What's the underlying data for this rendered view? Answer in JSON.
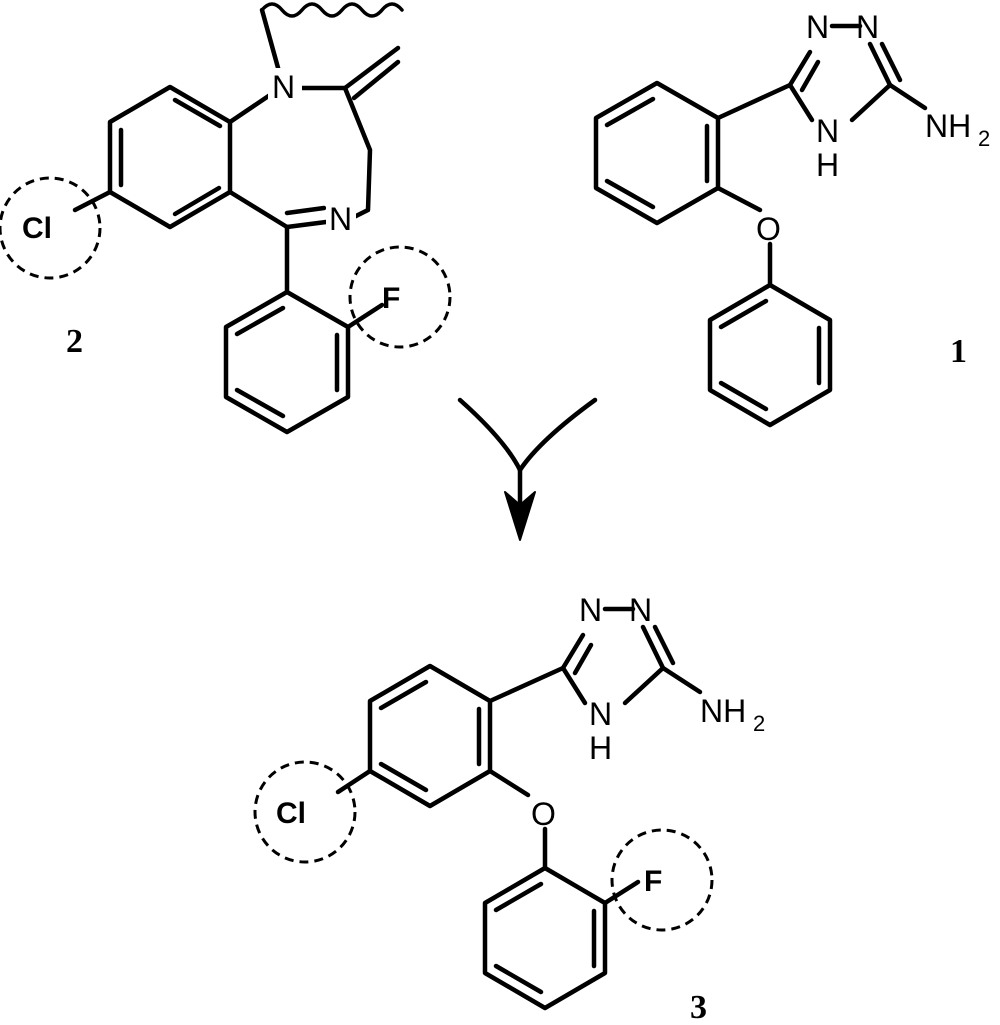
{
  "compounds": [
    {
      "id": "2",
      "label": "2",
      "atoms": {
        "n1": "N",
        "n4": "N",
        "cl": "Cl",
        "f": "F"
      },
      "highlights": [
        "Cl",
        "F"
      ]
    },
    {
      "id": "1",
      "label": "1",
      "atoms": {
        "triazole_n1": "N",
        "triazole_n2": "N",
        "nh": "N",
        "h": "H",
        "o": "O",
        "nh2_main": "NH",
        "nh2_sub": "2"
      }
    },
    {
      "id": "3",
      "label": "3",
      "atoms": {
        "triazole_n1": "N",
        "triazole_n2": "N",
        "nh": "N",
        "h": "H",
        "o": "O",
        "nh2_main": "NH",
        "nh2_sub": "2",
        "cl": "Cl",
        "f": "F"
      },
      "highlights": [
        "Cl",
        "F"
      ]
    }
  ],
  "colors": {
    "ink": "#000000",
    "background": "#ffffff"
  },
  "icons": {
    "merge_arrow": "curved-merge-arrow-icon"
  }
}
